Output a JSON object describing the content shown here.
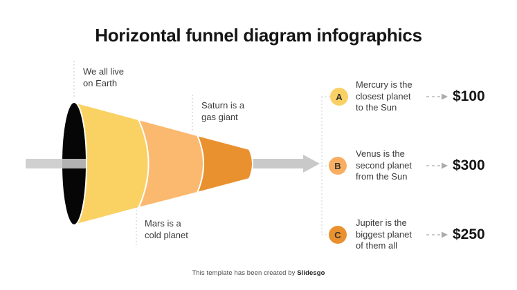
{
  "title": "Horizontal funnel diagram infographics",
  "colors": {
    "funnel_black": "#060606",
    "funnel_yellow": "#F9D263",
    "funnel_light_orange": "#FBB96F",
    "funnel_dark_orange": "#E9912F",
    "arrow_gray": "#C9C9C9",
    "dash_gray": "#C4C4C4",
    "price_arrow_gray": "#ABABAB"
  },
  "funnel": {
    "stage_labels": [
      {
        "text": "We all live\non Earth"
      },
      {
        "text": "Saturn is a\ngas giant"
      },
      {
        "text": "Mars is a\ncold planet"
      }
    ]
  },
  "items": [
    {
      "letter": "A",
      "text": "Mercury is the\nclosest planet\nto the Sun",
      "value": "$100",
      "color": "#F8D064"
    },
    {
      "letter": "B",
      "text": "Venus is the\nsecond planet\nfrom the Sun",
      "value": "$300",
      "color": "#F7AE63"
    },
    {
      "letter": "C",
      "text": "Jupiter is the\nbiggest planet\nof them all",
      "value": "$250",
      "color": "#E9912F"
    }
  ],
  "footer": {
    "prefix": "This template has been created by ",
    "brand": "Slidesgo"
  }
}
